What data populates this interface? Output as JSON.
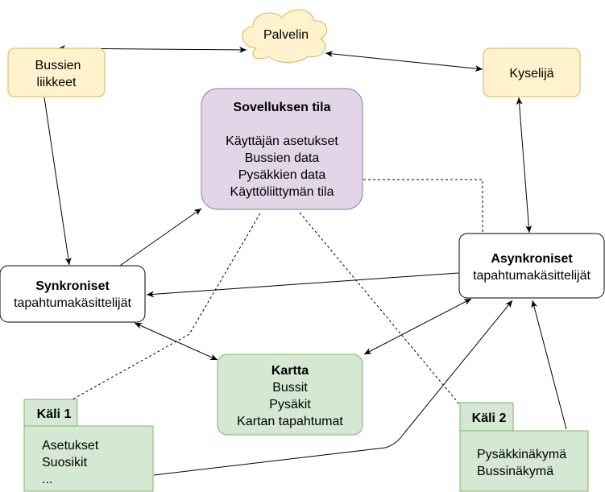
{
  "nodes": {
    "palvelin": {
      "label": "Palvelin"
    },
    "bussien_liikkeet": {
      "lines": [
        "Bussien",
        "liikkeet"
      ]
    },
    "kyselija": {
      "label": "Kyselijä"
    },
    "sovelluksen_tila": {
      "title": "Sovelluksen tila",
      "items": [
        "Käyttäjän asetukset",
        "Bussien data",
        "Pysäkkien data",
        "Käyttöliittymän tila"
      ]
    },
    "synkroniset": {
      "title": "Synkroniset",
      "subtitle": "tapahtumakäsittelijät"
    },
    "asynkroniset": {
      "title": "Asynkroniset",
      "subtitle": "tapahtumakäsittelijät"
    },
    "kartta": {
      "title": "Kartta",
      "items": [
        "Bussit",
        "Pysäkit",
        "Kartan tapahtumat"
      ]
    },
    "kali1": {
      "tab": "Käli 1",
      "items": [
        "Asetukset",
        "Suosikit",
        "..."
      ]
    },
    "kali2": {
      "tab": "Käli 2",
      "items": [
        "Pysäkkinäkymä",
        "Bussinäkymä"
      ]
    }
  },
  "colors": {
    "yellow_fill": "#fff2cc",
    "yellow_stroke": "#d6b656",
    "purple_fill": "#e1d5e7",
    "purple_stroke": "#9673a6",
    "green_fill": "#d5e8d4",
    "green_stroke": "#82b366",
    "white_fill": "#ffffff",
    "black_stroke": "#000000"
  }
}
